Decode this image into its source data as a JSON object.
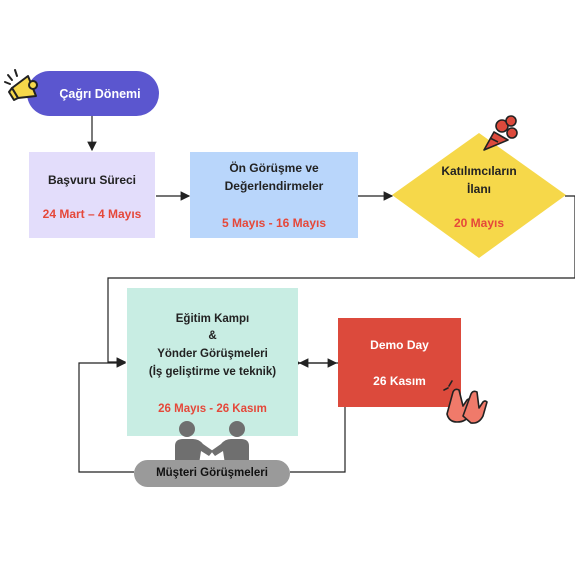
{
  "nodes": {
    "call": {
      "label": "Çağrı Dönemi"
    },
    "application": {
      "title": "Başvuru Süreci",
      "date": "24 Mart – 4 Mayıs"
    },
    "preinterview": {
      "title_line1": "Ön Görüşme ve",
      "title_line2": "Değerlendirmeler",
      "date": "5 Mayıs - 16 Mayıs"
    },
    "announcement": {
      "title_line1": "Katılımcıların",
      "title_line2": "İlanı",
      "date": "20 Mayıs"
    },
    "bootcamp": {
      "line1": "Eğitim Kampı",
      "line2": "&",
      "line3": "Yönder Görüşmeleri",
      "line4": "(İş geliştirme ve teknik)",
      "date": "26 Mayıs - 26 Kasım"
    },
    "demoday": {
      "title": "Demo Day",
      "date": "26 Kasım"
    },
    "customer": {
      "label": "Müşteri Görüşmeleri"
    }
  },
  "colors": {
    "call_bg": "#5b56cf",
    "application_bg": "#e3ddfb",
    "preinterview_bg": "#b9d6fb",
    "announcement_bg": "#f6d84a",
    "bootcamp_bg": "#c8ede3",
    "demoday_bg": "#dc4a3c",
    "customer_bg": "#9a9a9a",
    "date_red": "#e5483a"
  },
  "icons": [
    "megaphone-icon",
    "bouquet-icon",
    "clapping-hands-icon",
    "handshake-icon"
  ]
}
